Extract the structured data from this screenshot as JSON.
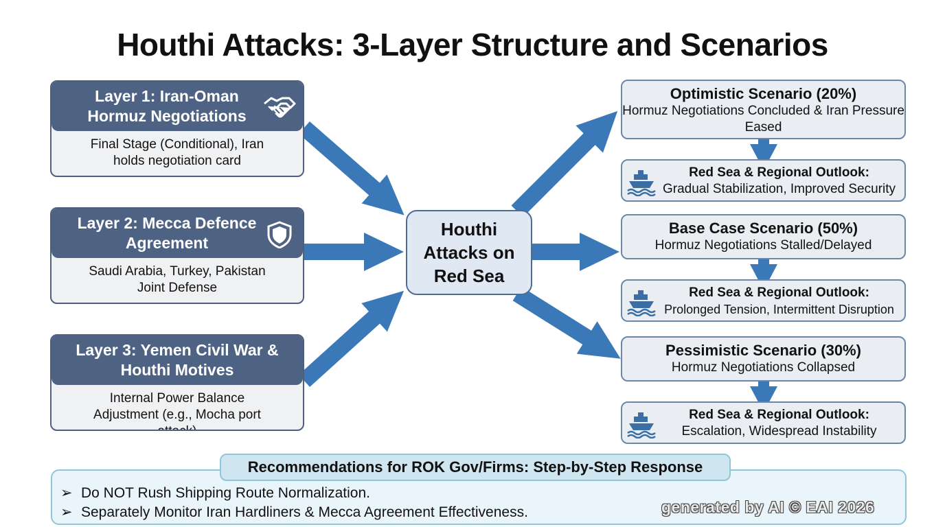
{
  "title": "Houthi Attacks: 3-Layer Structure and Scenarios",
  "layers": [
    {
      "header": "Layer 1: Iran-Oman Hormuz Negotiations",
      "body": "Final Stage (Conditional), Iran holds negotiation card",
      "icon": "handshake-icon"
    },
    {
      "header": "Layer 2: Mecca Defence Agreement",
      "body": "Saudi Arabia, Turkey, Pakistan Joint Defense",
      "icon": "shield-icon"
    },
    {
      "header": "Layer 3: Yemen Civil War & Houthi Motives",
      "body": "Internal Power Balance Adjustment (e.g., Mocha port attack)",
      "icon": ""
    }
  ],
  "center": "Houthi Attacks on Red Sea",
  "scenarios": [
    {
      "title": "Optimistic Scenario (20%)",
      "desc": "Hormuz Negotiations Concluded & Iran Pressure Eased",
      "outlook_title": "Red Sea & Regional Outlook:",
      "outlook": "Gradual Stabilization, Improved Security"
    },
    {
      "title": "Base Case Scenario (50%)",
      "desc": "Hormuz Negotiations Stalled/Delayed",
      "outlook_title": "Red Sea & Regional Outlook:",
      "outlook": "Prolonged Tension, Intermittent Disruption"
    },
    {
      "title": "Pessimistic Scenario (30%)",
      "desc": "Hormuz Negotiations Collapsed",
      "outlook_title": "Red Sea & Regional Outlook:",
      "outlook": "Escalation, Widespread Instability"
    }
  ],
  "recommendations": {
    "title": "Recommendations for ROK Gov/Firms: Step-by-Step Response",
    "bullet": "➢",
    "items": [
      "Do NOT Rush Shipping Route Normalization.",
      "Separately Monitor Iran Hardliners & Mecca Agreement Effectiveness."
    ]
  },
  "watermark": "generated by AI © EAI 2026",
  "colors": {
    "layer_header": "#4e6384",
    "arrow": "#3a78b8",
    "panel": "#eaeef3",
    "recommendation_bg": "#eaf5fb"
  }
}
